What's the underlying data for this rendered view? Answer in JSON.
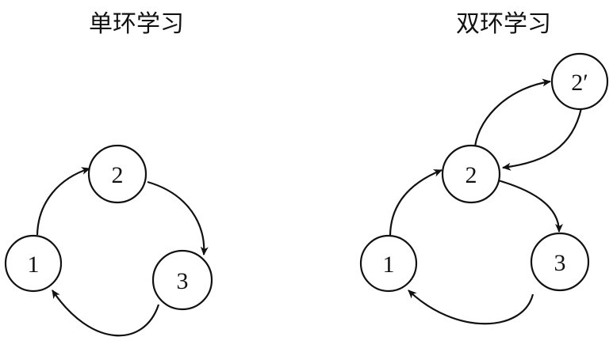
{
  "panels": {
    "single_loop": {
      "title": "单环学习",
      "nodes": [
        "1",
        "2",
        "3"
      ]
    },
    "double_loop": {
      "title": "双环学习",
      "nodes": [
        "1",
        "2",
        "3",
        "2′"
      ]
    }
  },
  "colors": {
    "stroke": "#111111",
    "background": "#ffffff"
  }
}
